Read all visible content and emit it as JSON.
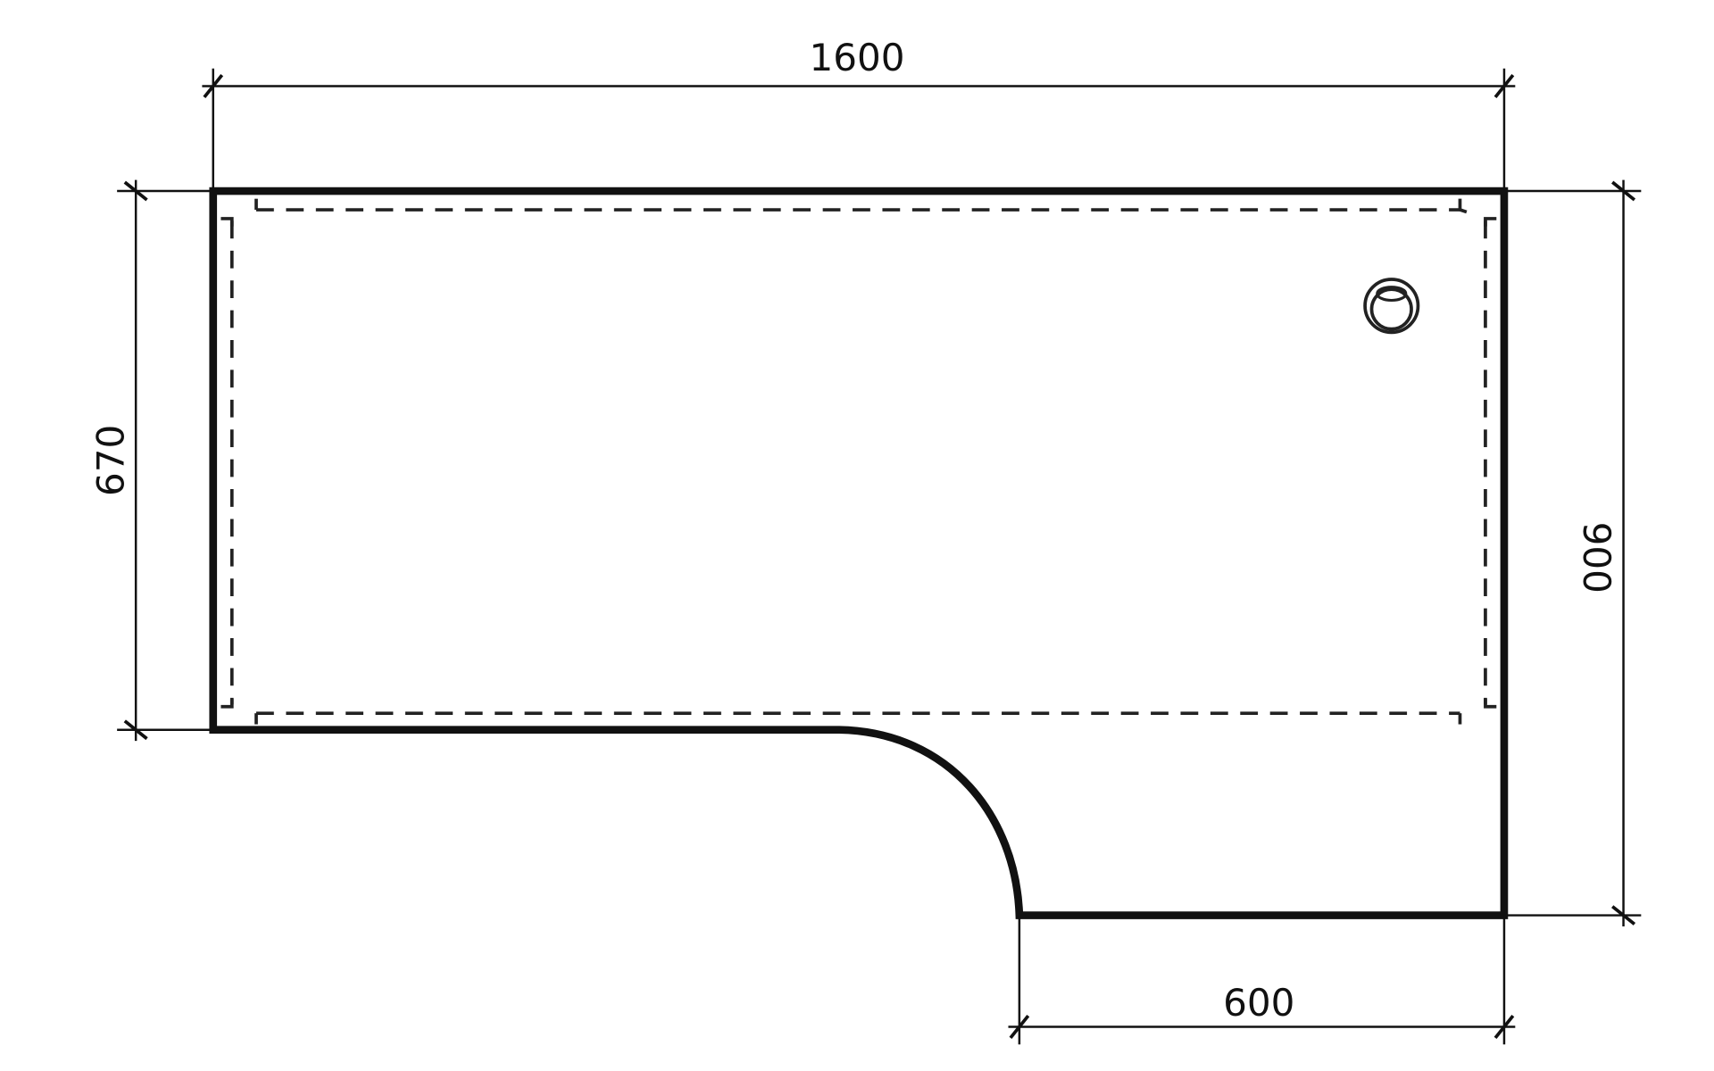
{
  "drawing": {
    "title": "Corner desk plan",
    "dimensions": {
      "overall_width": "1600",
      "left_depth": "670",
      "right_depth": "900",
      "return_width": "600"
    },
    "colors": {
      "line": "#111111",
      "background": "#ffffff"
    }
  }
}
